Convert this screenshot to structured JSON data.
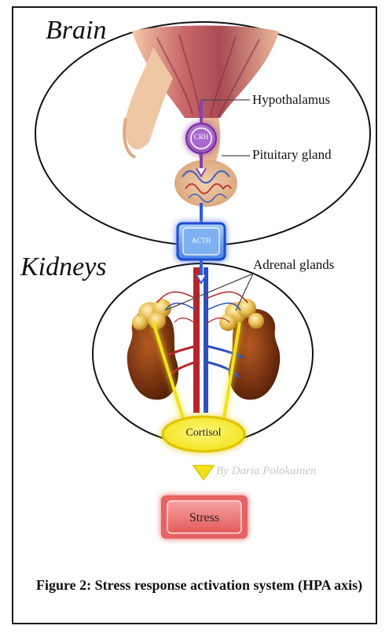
{
  "labels": {
    "brain": "Brain",
    "kidneys": "Kidneys",
    "hypothalamus": "Hypothalamus",
    "pituitary": "Pituitary gland",
    "adrenal": "Adrenal glands"
  },
  "nodes": {
    "crh": "CRH",
    "acth": "ACTH",
    "cortisol": "Cortisol",
    "stress": "Stress"
  },
  "credit": "By Daria Polokainen",
  "caption": "Figure 2: Stress response activation system (HPA axis)",
  "colors": {
    "crh": "#8b3fb0",
    "acth": "#2d5fd8",
    "cortisol": "#f2e21a",
    "stress": "#e03a3a",
    "kidney": "#7a3410",
    "adrenal": "#e6b84a",
    "brain_tissue": "#b8575a"
  }
}
